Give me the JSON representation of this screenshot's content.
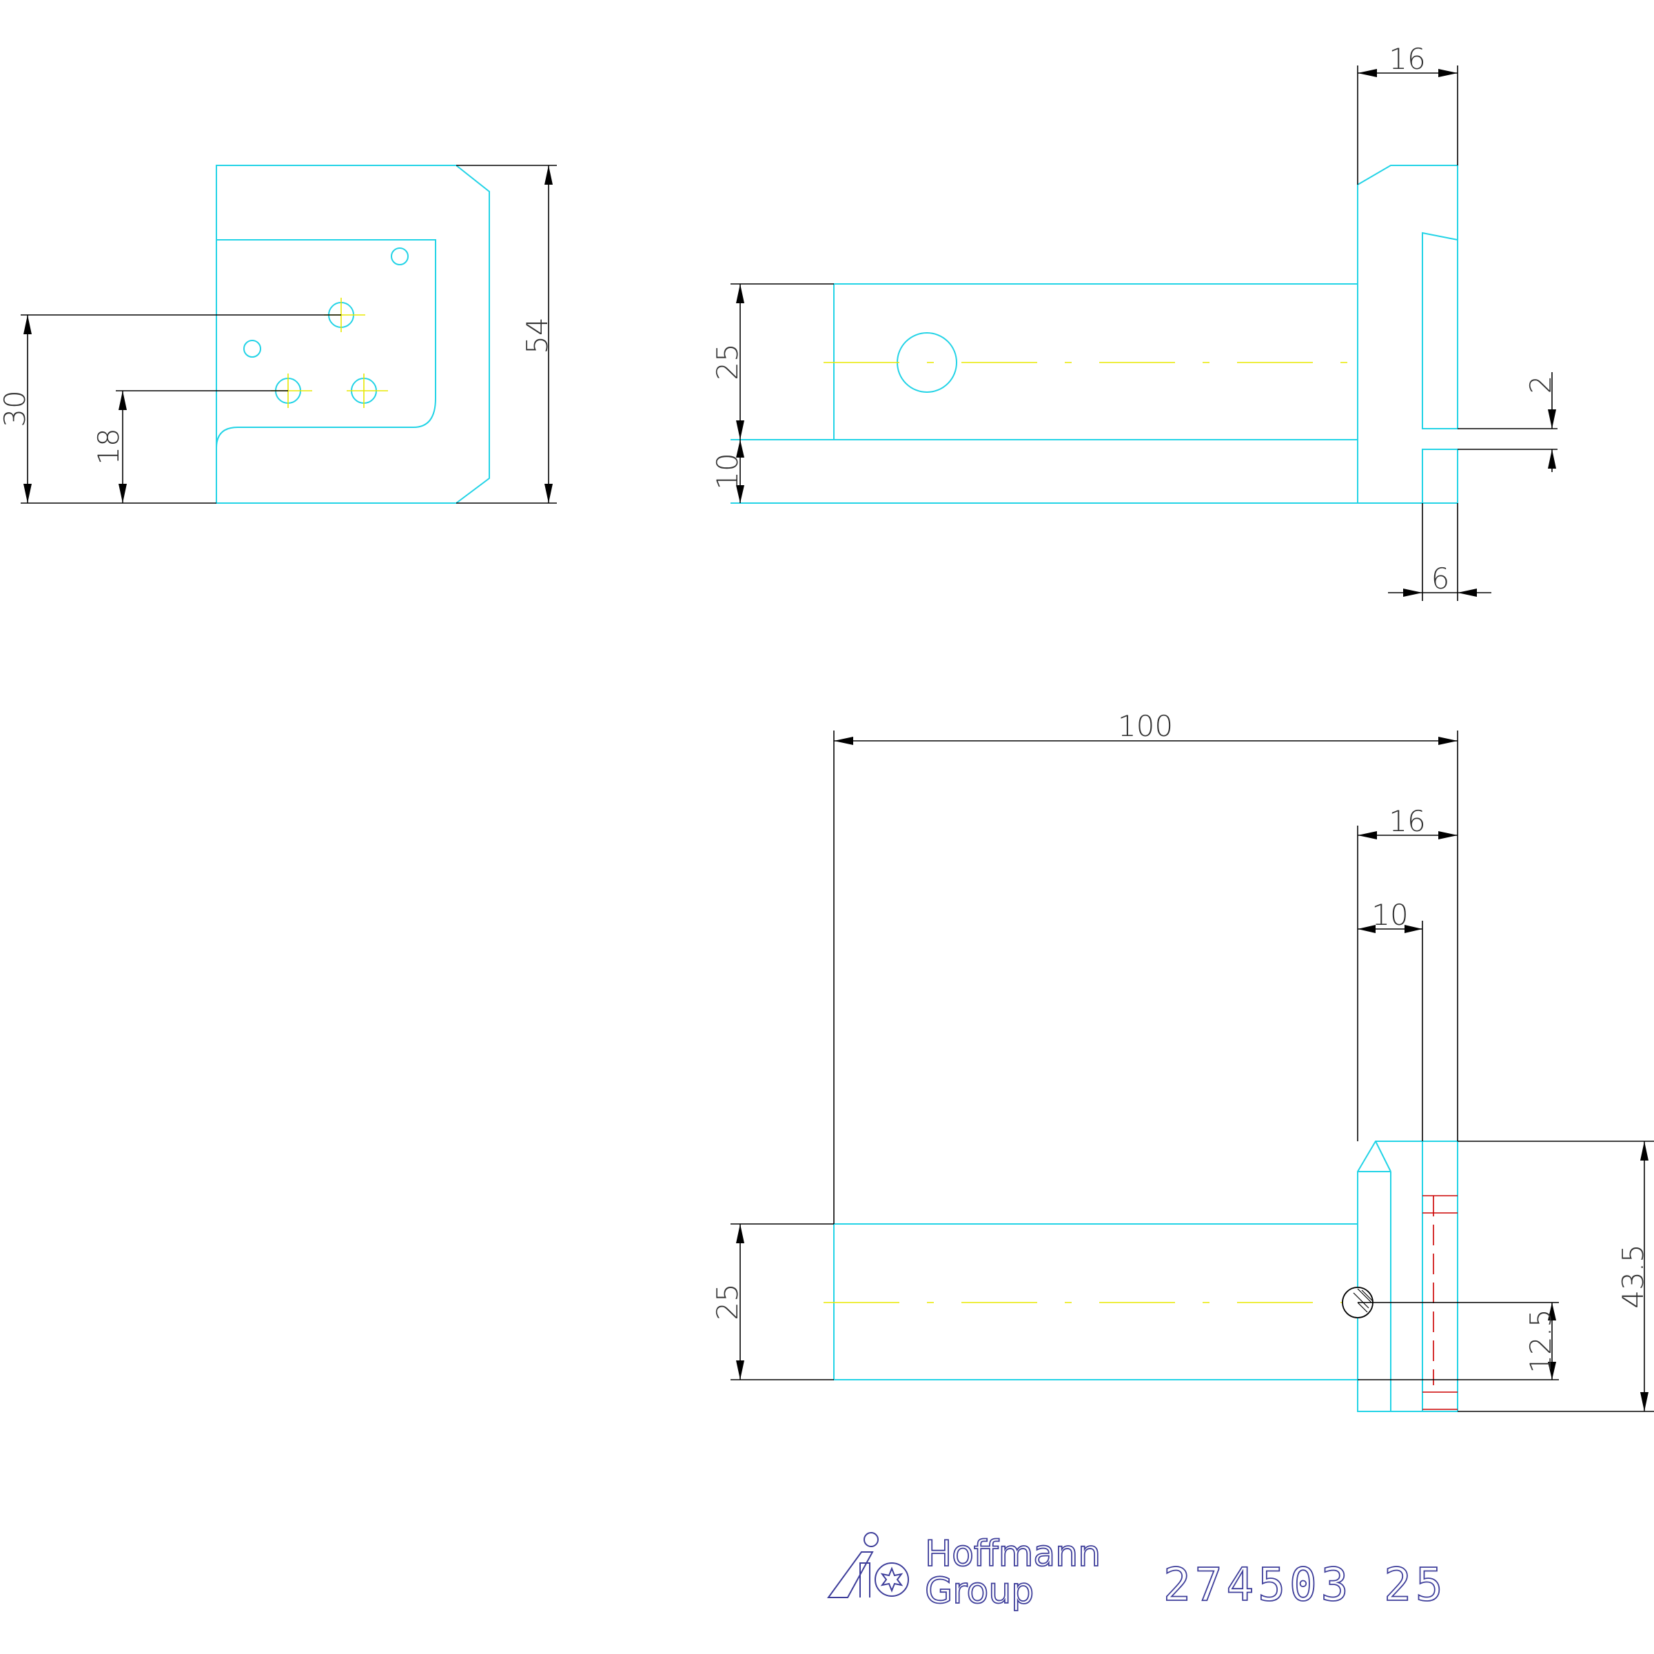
{
  "dimensions": {
    "side_view": {
      "overall_height": "54",
      "hole_height_upper": "30",
      "hole_height_lower": "18"
    },
    "front_view": {
      "top_width": "16",
      "bar_height": "25",
      "base_height": "10",
      "slot_gap": "2",
      "slot_width": "6"
    },
    "top_view": {
      "overall_length": "100",
      "head_width": "16",
      "slot_offset": "10",
      "bar_width": "25",
      "head_depth": "43.5",
      "pin_height": "12.5"
    }
  },
  "title_block": {
    "brand_line1": "Hoffmann",
    "brand_line2": "Group",
    "part_number": "274503 25"
  },
  "colors": {
    "part": "#22d3e6",
    "dimension": "#000000",
    "centerline": "#e8e800",
    "hidden": "#cc0000",
    "logo": "#3d3d9a"
  },
  "icons": {
    "logo": "hoffmann-group-logo-icon"
  }
}
